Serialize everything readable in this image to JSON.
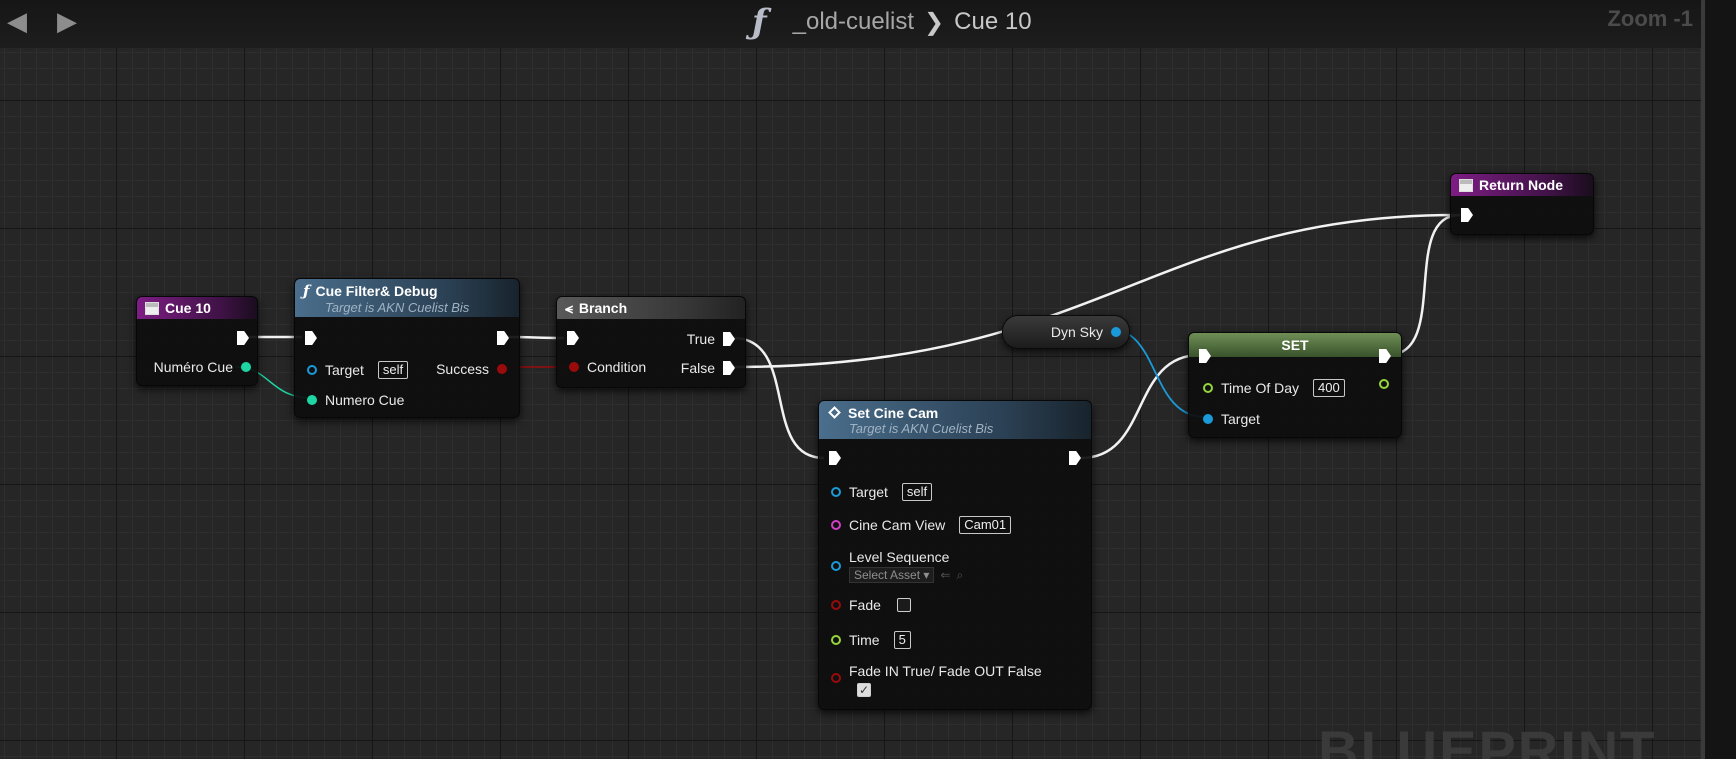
{
  "header": {
    "function_icon": "ƒ",
    "breadcrumb_parent": "_old-cuelist",
    "breadcrumb_separator": "❯",
    "breadcrumb_current": "Cue 10",
    "zoom_label": "Zoom -1",
    "back_icon": "◀",
    "forward_icon": "▶"
  },
  "watermark": "BLUEPRINT",
  "colors": {
    "exec": "#ffffff",
    "object_pin": "#1a9ad8",
    "integer_pin": "#1ed6a3",
    "boolean_pin": "#9a0b0b",
    "float_pin": "#96d43c",
    "struct_pin": "#d33fc9"
  },
  "nodes": {
    "event": {
      "title": "Cue 10",
      "icon": "event-icon",
      "output_label": "Numéro Cue"
    },
    "cue_filter": {
      "title": "Cue Filter& Debug",
      "subtitle": "Target is AKN Cuelist Bis",
      "target_label": "Target",
      "target_value": "self",
      "success_label": "Success",
      "numero_label": "Numero Cue"
    },
    "branch": {
      "title": "Branch",
      "condition_label": "Condition",
      "true_label": "True",
      "false_label": "False"
    },
    "dyn_sky": {
      "label": "Dyn Sky"
    },
    "set": {
      "title": "SET",
      "time_of_day_label": "Time Of Day",
      "time_of_day_value": "400",
      "target_label": "Target"
    },
    "return_node": {
      "title": "Return Node"
    },
    "set_cine_cam": {
      "title": "Set Cine Cam",
      "subtitle": "Target is AKN Cuelist Bis",
      "target_label": "Target",
      "target_value": "self",
      "cine_cam_view_label": "Cine Cam View",
      "cine_cam_view_value": "Cam01",
      "level_sequence_label": "Level Sequence",
      "level_sequence_value": "Select Asset",
      "fade_label": "Fade",
      "fade_checked": false,
      "time_label": "Time",
      "time_value": "5",
      "fade_in_label": "Fade IN True/ Fade OUT False",
      "fade_in_checked": true
    }
  }
}
